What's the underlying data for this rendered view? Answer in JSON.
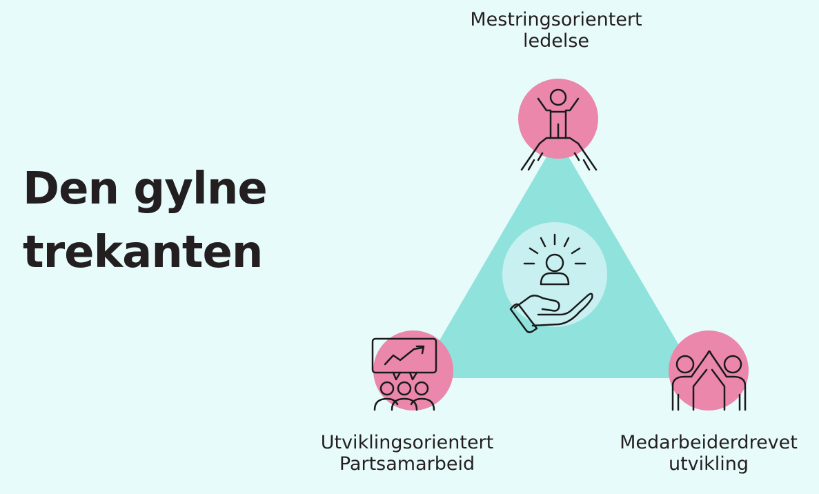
{
  "title": {
    "line1": "Den gylne",
    "line2": "trekanten"
  },
  "nodes": {
    "top": {
      "line1": "Mestringsorientert",
      "line2": "ledelse",
      "icon": "person-celebrating-on-peak-icon"
    },
    "left": {
      "line1": "Utviklingsorientert",
      "line2": "Partsamarbeid",
      "icon": "team-presentation-growth-chart-icon"
    },
    "right": {
      "line1": "Medarbeiderdrevet",
      "line2": "utvikling",
      "icon": "high-five-icon"
    },
    "center": {
      "icon": "hand-holding-person-icon"
    }
  },
  "colors": {
    "background": "#e8fbfb",
    "triangle": "#90e2dd",
    "node_circle": "#ea87ab",
    "center_circle": "#c8f0f0",
    "text": "#231f20",
    "icon_stroke": "#1a1a1a"
  }
}
